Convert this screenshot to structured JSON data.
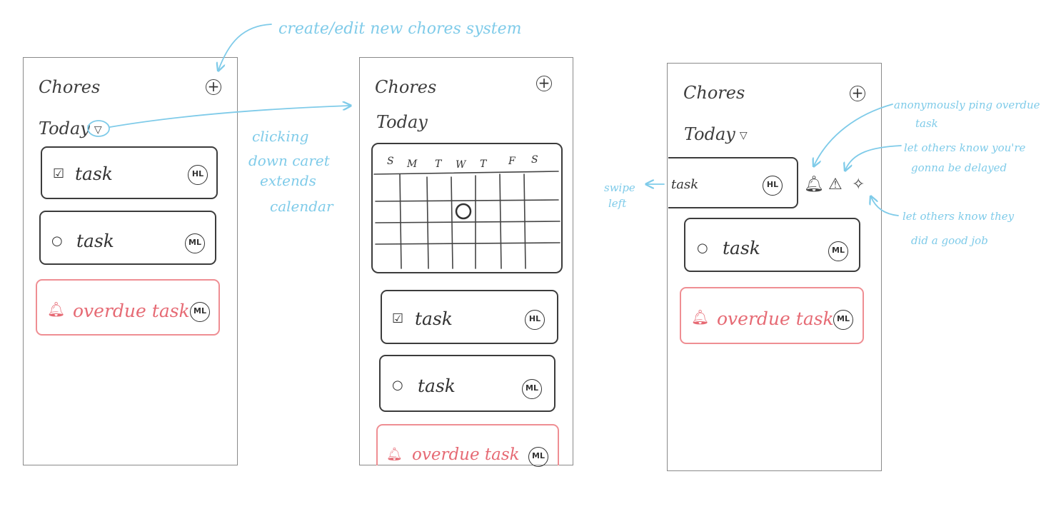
{
  "screen_title": "Chores",
  "today_label": "Today",
  "task_label": "task",
  "overdue_label": "overdue task",
  "badges": {
    "hl": "HL",
    "ml": "ML"
  },
  "calendar": {
    "days": [
      "S",
      "M",
      "T",
      "W",
      "T",
      "F",
      "S"
    ]
  },
  "annotations": {
    "create_edit": "create/edit new chores system",
    "caret_1": "clicking",
    "caret_2": "down caret",
    "caret_3": "extends",
    "caret_4": "calendar",
    "swipe_1": "swipe",
    "swipe_2": "left",
    "ping_1": "anonymously ping overdue",
    "ping_2": "task",
    "delay_1": "let others know you're",
    "delay_2": "gonna be delayed",
    "good_1": "let others know they",
    "good_2": "did a good job"
  },
  "colors": {
    "annotation": "#7fcbe9",
    "overdue": "#ef8e93",
    "ink": "#3c3c3c",
    "frame": "#8a8a8a"
  },
  "icons": {
    "plus": "plus-circle-icon",
    "caret": "caret-down-icon",
    "check": "check-circle-icon",
    "empty": "empty-circle-icon",
    "bell": "bell-icon",
    "warning": "warning-icon",
    "sparkle": "sparkle-icon"
  }
}
